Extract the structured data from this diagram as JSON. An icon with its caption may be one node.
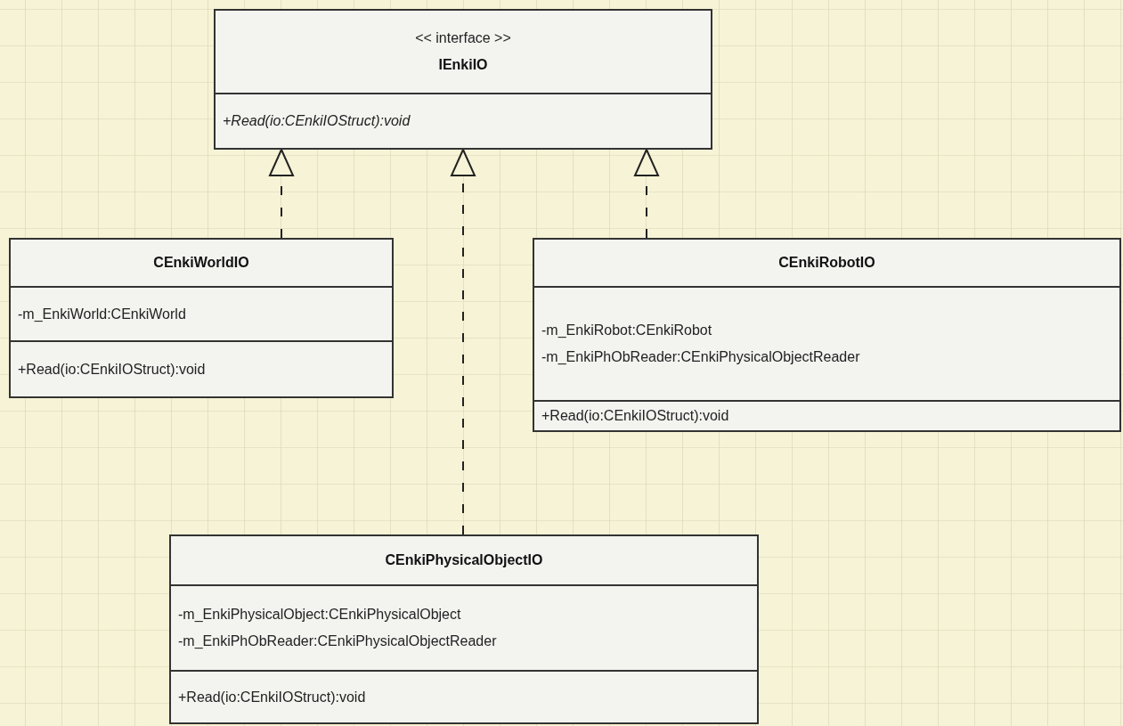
{
  "diagram": {
    "nodes": [
      {
        "text": [
          "<< interface >>",
          "IEnkiIO",
          "+Read(io:CEnkiIOStruct):void"
        ]
      },
      {
        "text": [
          "CEnkiWorldIO",
          "-m_EnkiWorld:CEnkiWorld",
          "+Read(io:CEnkiIOStruct):void"
        ]
      },
      {
        "text": [
          "CEnkiRobotIO",
          "-m_EnkiRobot:CEnkiRobot",
          "-m_EnkiPhObReader:CEnkiPhysicalObjectReader",
          "+Read(io:CEnkiIOStruct):void"
        ]
      },
      {
        "text": [
          "CEnkiPhysicalObjectIO",
          "-m_EnkiPhysicalObject:CEnkiPhysicalObject",
          "-m_EnkiPhObReader:CEnkiPhysicalObjectReader",
          "+Read(io:CEnkiIOStruct):void"
        ]
      }
    ],
    "edges": [
      {
        "from": 1,
        "to": 0,
        "arrow": "to",
        "style": "dashed"
      },
      {
        "from": 2,
        "to": 0,
        "arrow": "to",
        "style": "dashed"
      },
      {
        "from": 3,
        "to": 0,
        "arrow": "to",
        "style": "dashed"
      }
    ]
  }
}
